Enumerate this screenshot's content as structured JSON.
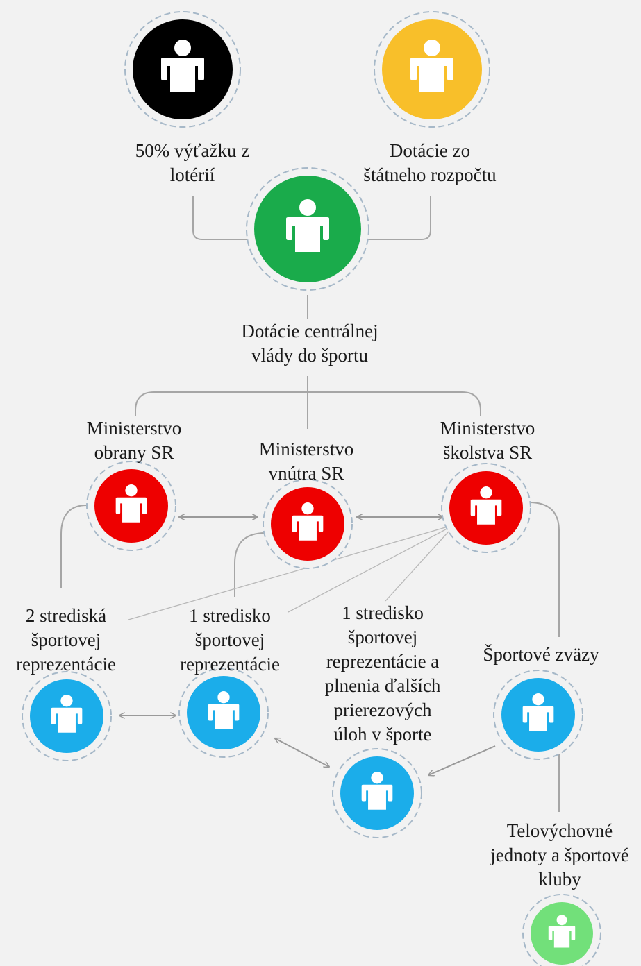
{
  "nodes": [
    {
      "id": "lottery",
      "color": "#000000",
      "icon": "person-icon",
      "label": [
        "50% výťažku z",
        "lotérií"
      ]
    },
    {
      "id": "state-budget",
      "color": "#f8bf2a",
      "icon": "person-icon",
      "label": [
        "Dotácie zo",
        "štátneho rozpočtu"
      ]
    },
    {
      "id": "central-gov",
      "color": "#1aab4b",
      "icon": "person-icon",
      "label": [
        "Dotácie centrálnej",
        "vlády do športu"
      ]
    },
    {
      "id": "ministry-defence",
      "color": "#ee0000",
      "icon": "person-icon",
      "label": [
        "Ministerstvo",
        "obrany SR"
      ]
    },
    {
      "id": "ministry-interior",
      "color": "#ee0000",
      "icon": "person-icon",
      "label": [
        "Ministerstvo",
        "vnútra SR"
      ]
    },
    {
      "id": "ministry-education",
      "color": "#ee0000",
      "icon": "person-icon",
      "label": [
        "Ministerstvo",
        "školstva SR"
      ]
    },
    {
      "id": "two-centres",
      "color": "#1badea",
      "icon": "person-icon",
      "label": [
        "2 strediská",
        "športovej",
        "reprezentácie"
      ]
    },
    {
      "id": "one-centre",
      "color": "#1badea",
      "icon": "person-icon",
      "label": [
        "1 stredisko",
        "športovej",
        "reprezentácie"
      ]
    },
    {
      "id": "one-centre-plus",
      "color": "#1badea",
      "icon": "person-icon",
      "label": [
        "1 stredisko",
        "športovej",
        "reprezentácie a",
        "plnenia ďalších",
        "prierezových",
        "úloh v športe"
      ]
    },
    {
      "id": "federations",
      "color": "#1badea",
      "icon": "person-icon",
      "label": [
        "Športové zväzy"
      ]
    },
    {
      "id": "clubs",
      "color": "#72e07a",
      "icon": "person-icon",
      "label": [
        "Telovýchovné",
        "jednoty a športové",
        "kluby"
      ]
    }
  ]
}
